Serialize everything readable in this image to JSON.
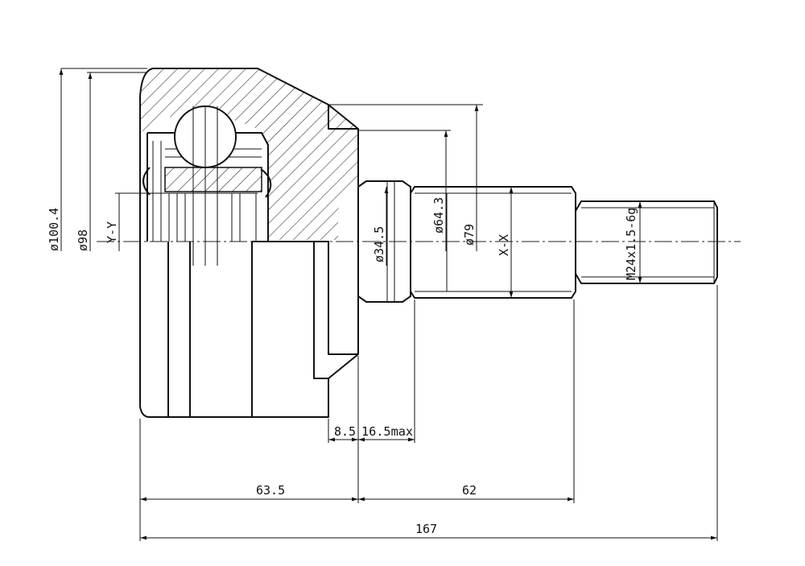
{
  "dimensions": {
    "dia_100_4": "ø100.4",
    "dia_98": "ø98",
    "section_yy": "Y-Y",
    "dia_34_5": "ø34.5",
    "dia_64_3": "ø64.3",
    "dia_79": "ø79",
    "section_xx": "X-X",
    "thread": "M24x1.5-6g",
    "len_8_5": "8.5",
    "len_16_5": "16.5max",
    "len_63_5": "63.5",
    "len_62": "62",
    "len_167": "167"
  }
}
